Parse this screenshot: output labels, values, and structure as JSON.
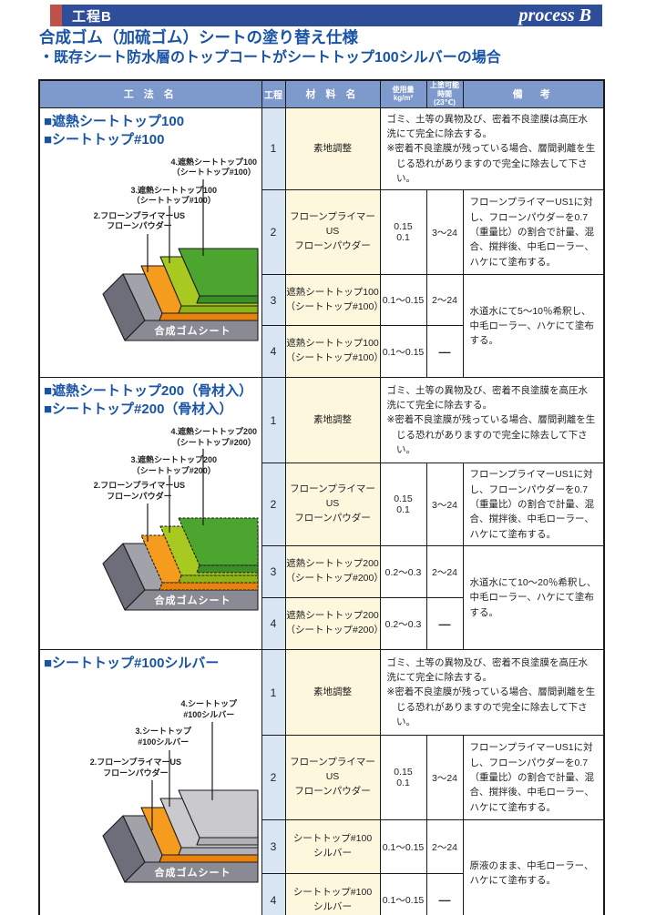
{
  "banner": {
    "label": "工程B",
    "process_label": "process B",
    "bar_color": "#2E4E99",
    "accent_color": "#C0504A"
  },
  "title": {
    "line1": "合成ゴム（加硫ゴム）シートの塗り替え仕様",
    "line2": "・既存シート防水層のトップコートがシートトップ100シルバーの場合",
    "color": "#1853A6"
  },
  "table": {
    "header_bg": "#7E99CB",
    "headers": {
      "method": "工 法 名",
      "step": "工程",
      "material": "材 料 名",
      "usage_line1": "使用量",
      "usage_line2": "kg/m²",
      "interval_line1": "上塗可能",
      "interval_line2": "時間(23℃)",
      "remarks": "備　考"
    },
    "colors": {
      "step_col_bg": "#D8E6F4",
      "material_col_bg": "#FCF7DD",
      "green_top": "#4CA52F",
      "green_front": "#3A8F25",
      "yellowgreen_top": "#A8C920",
      "yellowgreen_front": "#8FB215",
      "orange_top": "#F59B1E",
      "orange_front": "#E8820C",
      "silver_top": "#C9C9CE",
      "silver_front": "#B0B0B7",
      "base_top": "#A2A2AA",
      "base_front": "#8A8A94",
      "base_side": "#6E6E7A"
    },
    "sections": [
      {
        "title_lines": [
          "■遮熱シートトップ100",
          "■シートトップ#100"
        ],
        "diagram": {
          "layer4": [
            "4.遮熱シートトップ100",
            "（シートトップ#100）"
          ],
          "layer3": [
            "3.遮熱シートトップ100",
            "（シートトップ#100）"
          ],
          "layer2": [
            "2.フローンプライマーUS",
            "フローンパウダー"
          ],
          "base": "合成ゴムシート"
        },
        "rows": [
          {
            "step": "1",
            "material": "素地調整",
            "remark": "ゴミ、土等の異物及び、密着不良塗膜は高圧水洗にて完全に除去する。",
            "note": "※密着不良塗膜が残っている場合、層間剥離を生じる恐れがありますので完全に除去して下さい。"
          },
          {
            "step": "2",
            "material": "フローンプライマーUS",
            "material2": "フローンパウダー",
            "usage": "0.15",
            "usage2": "0.1",
            "interval": "3～24",
            "remark": "フローンプライマーUS1に対し、フローンパウダーを0.7（重量比）の割合で計量、混合、撹拌後、中毛ローラー、ハケにて塗布する。"
          },
          {
            "step": "3",
            "material": "遮熱シートトップ100",
            "material2": "（シートトップ#100）",
            "usage": "0.1～0.15",
            "interval": "2～24",
            "remark": "水道水にて5～10％希釈し、中毛ローラー、ハケにて塗布する。"
          },
          {
            "step": "4",
            "material": "遮熱シートトップ100",
            "material2": "（シートトップ#100）",
            "usage": "0.1～0.15",
            "interval": "—"
          }
        ]
      },
      {
        "title_lines": [
          "■遮熱シートトップ200（骨材入）",
          "■シートトップ#200（骨材入）"
        ],
        "diagram": {
          "layer4": [
            "4.遮熱シートトップ200",
            "（シートトップ#200）"
          ],
          "layer3": [
            "3.遮熱シートトップ200",
            "（シートトップ#200）"
          ],
          "layer2": [
            "2.フローンプライマーUS",
            "フローンパウダー"
          ],
          "base": "合成ゴムシート"
        },
        "rows": [
          {
            "step": "1",
            "material": "素地調整",
            "remark": "ゴミ、土等の異物及び、密着不良塗膜を高圧水洗にて完全に除去する。",
            "note": "※密着不良塗膜が残っている場合、層間剥離を生じる恐れがありますので完全に除去して下さい。"
          },
          {
            "step": "2",
            "material": "フローンプライマーUS",
            "material2": "フローンパウダー",
            "usage": "0.15",
            "usage2": "0.1",
            "interval": "3～24",
            "remark": "フローンプライマーUS1に対し、フローンパウダーを0.7（重量比）の割合で計量、混合、撹拌後、中毛ローラー、ハケにて塗布する。"
          },
          {
            "step": "3",
            "material": "遮熱シートトップ200",
            "material2": "（シートトップ#200）",
            "usage": "0.2～0.3",
            "interval": "2～24",
            "remark": "水道水にて10～20％希釈し、中毛ローラー、ハケにて塗布する。"
          },
          {
            "step": "4",
            "material": "遮熱シートトップ200",
            "material2": "（シートトップ#200）",
            "usage": "0.2～0.3",
            "interval": "—"
          }
        ]
      },
      {
        "title_lines": [
          "■シートトップ#100シルバー"
        ],
        "diagram": {
          "layer4": [
            "4.シートトップ",
            "#100シルバー"
          ],
          "layer3": [
            "3.シートトップ",
            "#100シルバー"
          ],
          "layer2": [
            "2.フローンプライマーUS",
            "フローンパウダー"
          ],
          "base": "合成ゴムシート"
        },
        "rows": [
          {
            "step": "1",
            "material": "素地調整",
            "remark": "ゴミ、土等の異物及び、密着不良塗膜を高圧水洗にて完全に除去する。",
            "note": "※密着不良塗膜が残っている場合、層間剥離を生じる恐れがありますので完全に除去して下さい。"
          },
          {
            "step": "2",
            "material": "フローンプライマーUS",
            "material2": "フローンパウダー",
            "usage": "0.15",
            "usage2": "0.1",
            "interval": "3～24",
            "remark": "フローンプライマーUS1に対し、フローンパウダーを0.7（重量比）の割合で計量、混合、撹拌後、中毛ローラー、ハケにて塗布する。"
          },
          {
            "step": "3",
            "material": "シートトップ#100",
            "material2": "シルバー",
            "usage": "0.1～0.15",
            "interval": "2～24",
            "remark": "原液のまま、中毛ローラー、ハケにて塗布する。"
          },
          {
            "step": "4",
            "material": "シートトップ#100",
            "material2": "シルバー",
            "usage": "0.1～0.15",
            "interval": "—"
          }
        ]
      }
    ]
  }
}
